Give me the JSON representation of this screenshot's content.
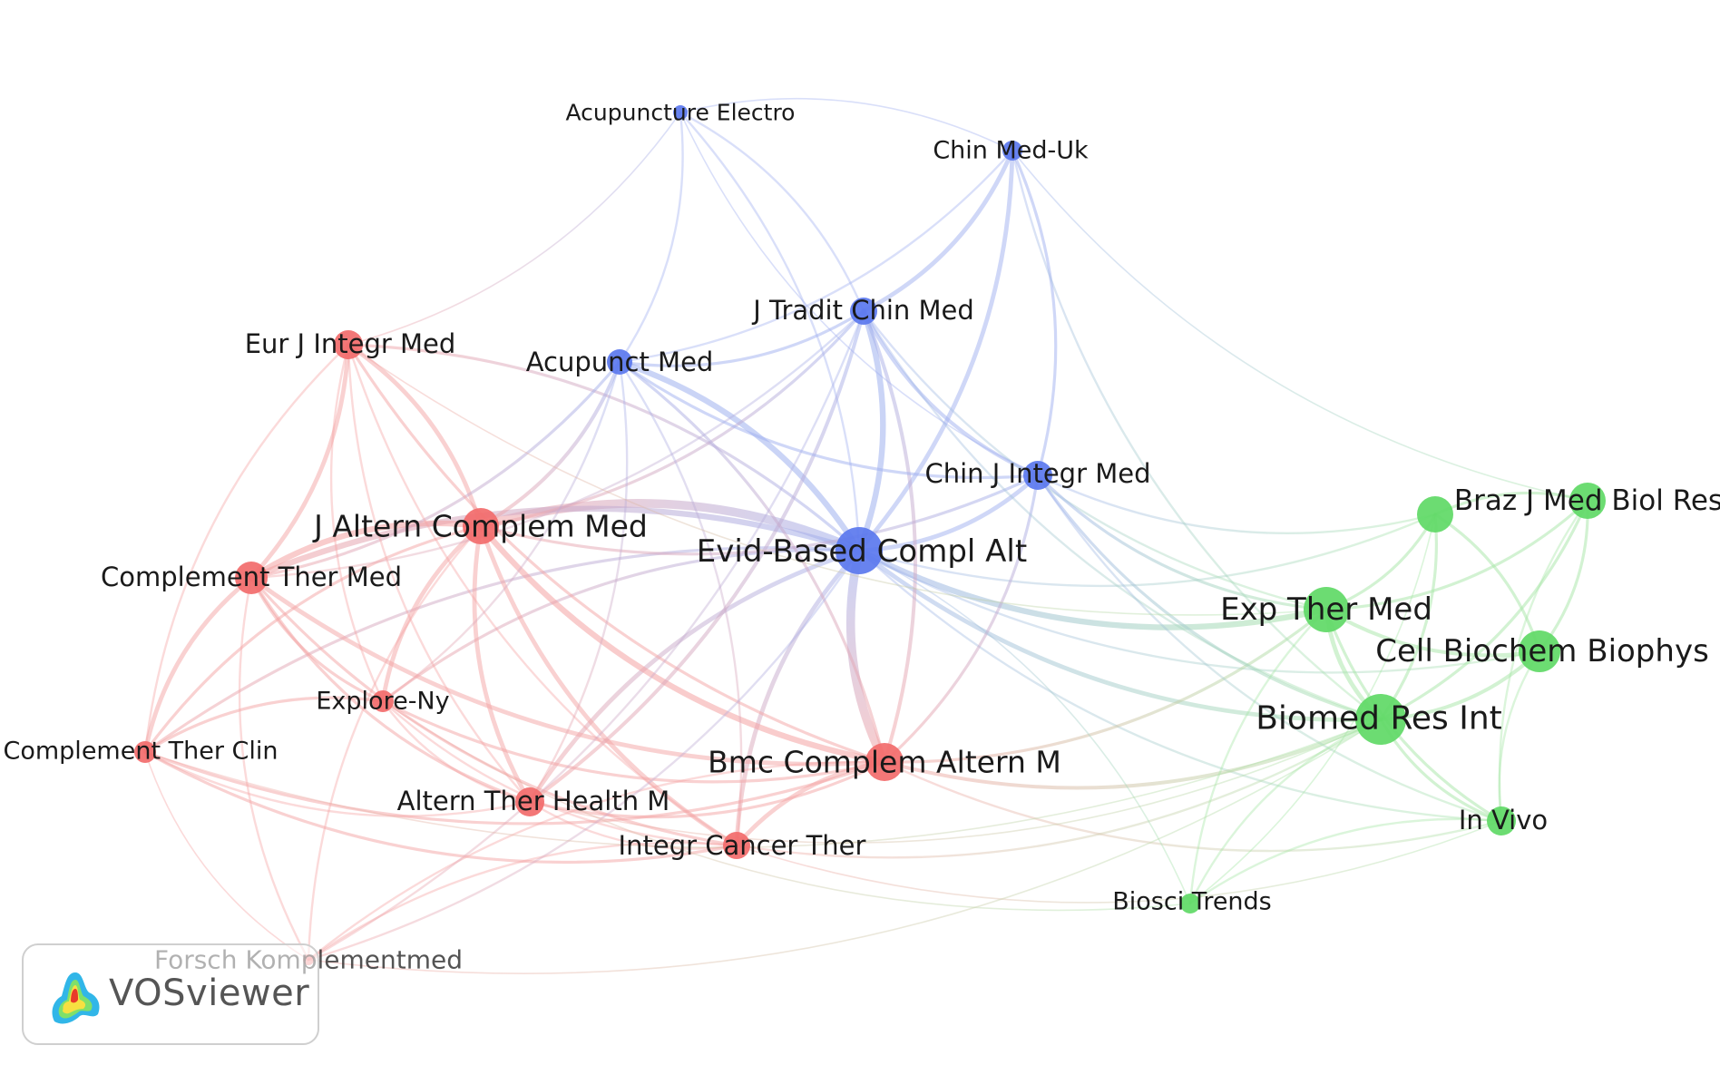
{
  "colors": {
    "red": "#f26b6b",
    "blue": "#5b78ee",
    "green": "#5fd966",
    "edge_red": "#f4a3a3",
    "edge_blue": "#9fb0ef",
    "edge_green": "#a6e5a6",
    "label": "#1a1a1a"
  },
  "logo": {
    "text": "VOSviewer",
    "icon": "vosviewer-heatmap-icon"
  },
  "network": {
    "nodes": [
      {
        "id": "acupuncture-electro",
        "label": "Acupuncture Electro",
        "cluster": "blue",
        "weight": 1
      },
      {
        "id": "chin-med-uk",
        "label": "Chin Med-Uk",
        "cluster": "blue",
        "weight": 1.5
      },
      {
        "id": "j-tradit-chin-med",
        "label": "J Tradit Chin Med",
        "cluster": "blue",
        "weight": 2.5
      },
      {
        "id": "acupunct-med",
        "label": "Acupunct Med",
        "cluster": "blue",
        "weight": 2
      },
      {
        "id": "chin-j-integr-med",
        "label": "Chin J Integr Med",
        "cluster": "blue",
        "weight": 2.5
      },
      {
        "id": "evid-based-compl-alt",
        "label": "Evid-Based Compl Alt",
        "cluster": "blue",
        "weight": 5
      },
      {
        "id": "eur-j-integr-med",
        "label": "Eur J Integr Med",
        "cluster": "red",
        "weight": 2.5
      },
      {
        "id": "j-altern-complem-med",
        "label": "J Altern Complem Med",
        "cluster": "red",
        "weight": 3.5
      },
      {
        "id": "complement-ther-med",
        "label": "Complement Ther Med",
        "cluster": "red",
        "weight": 3
      },
      {
        "id": "explore-ny",
        "label": "Explore-Ny",
        "cluster": "red",
        "weight": 2
      },
      {
        "id": "complement-ther-clin",
        "label": "Complement Ther Clin",
        "cluster": "red",
        "weight": 2
      },
      {
        "id": "altern-ther-health-m",
        "label": "Altern Ther Health M",
        "cluster": "red",
        "weight": 2.5
      },
      {
        "id": "bmc-complem-altern-m",
        "label": "Bmc Complem Altern M",
        "cluster": "red",
        "weight": 4
      },
      {
        "id": "integr-cancer-ther",
        "label": "Integr Cancer Ther",
        "cluster": "red",
        "weight": 2.5
      },
      {
        "id": "forsch-komplementmed",
        "label": "Forsch Komplementmed",
        "cluster": "red",
        "weight": 1
      },
      {
        "id": "braz-j-med-biol-res",
        "label": "Braz J Med Biol Res",
        "cluster": "green",
        "weight": 3
      },
      {
        "id": "braz-aux",
        "label": "",
        "cluster": "green",
        "weight": 3
      },
      {
        "id": "exp-ther-med",
        "label": "Exp Ther Med",
        "cluster": "green",
        "weight": 4
      },
      {
        "id": "cell-biochem-biophys",
        "label": "Cell Biochem Biophys",
        "cluster": "green",
        "weight": 3.5
      },
      {
        "id": "biomed-res-int",
        "label": "Biomed Res Int",
        "cluster": "green",
        "weight": 5
      },
      {
        "id": "in-vivo",
        "label": "In Vivo",
        "cluster": "green",
        "weight": 2.5
      },
      {
        "id": "biosci-trends",
        "label": "Biosci Trends",
        "cluster": "green",
        "weight": 1.5
      }
    ],
    "links": [
      [
        "evid-based-compl-alt",
        "j-altern-complem-med",
        6
      ],
      [
        "evid-based-compl-alt",
        "bmc-complem-altern-m",
        6
      ],
      [
        "evid-based-compl-alt",
        "complement-ther-med",
        4
      ],
      [
        "evid-based-compl-alt",
        "acupunct-med",
        4
      ],
      [
        "evid-based-compl-alt",
        "j-tradit-chin-med",
        4
      ],
      [
        "evid-based-compl-alt",
        "chin-j-integr-med",
        3
      ],
      [
        "evid-based-compl-alt",
        "chin-med-uk",
        3
      ],
      [
        "evid-based-compl-alt",
        "acupuncture-electro",
        1.5
      ],
      [
        "evid-based-compl-alt",
        "exp-ther-med",
        4
      ],
      [
        "evid-based-compl-alt",
        "biomed-res-int",
        3
      ],
      [
        "evid-based-compl-alt",
        "explore-ny",
        2
      ],
      [
        "evid-based-compl-alt",
        "altern-ther-health-m",
        3
      ],
      [
        "evid-based-compl-alt",
        "integr-cancer-ther",
        3
      ],
      [
        "evid-based-compl-alt",
        "eur-j-integr-med",
        2
      ],
      [
        "evid-based-compl-alt",
        "complement-ther-clin",
        2
      ],
      [
        "evid-based-compl-alt",
        "cell-biochem-biophys",
        1.5
      ],
      [
        "evid-based-compl-alt",
        "braz-aux",
        1.5
      ],
      [
        "evid-based-compl-alt",
        "in-vivo",
        1.5
      ],
      [
        "j-altern-complem-med",
        "complement-ther-med",
        4
      ],
      [
        "j-altern-complem-med",
        "bmc-complem-altern-m",
        4
      ],
      [
        "j-altern-complem-med",
        "eur-j-integr-med",
        3
      ],
      [
        "j-altern-complem-med",
        "explore-ny",
        3
      ],
      [
        "j-altern-complem-med",
        "altern-ther-health-m",
        3
      ],
      [
        "j-altern-complem-med",
        "integr-cancer-ther",
        3
      ],
      [
        "j-altern-complem-med",
        "complement-ther-clin",
        2
      ],
      [
        "j-altern-complem-med",
        "acupunct-med",
        2.5
      ],
      [
        "j-altern-complem-med",
        "j-tradit-chin-med",
        2
      ],
      [
        "j-altern-complem-med",
        "forsch-komplementmed",
        1.5
      ],
      [
        "j-altern-complem-med",
        "chin-j-integr-med",
        2
      ],
      [
        "complement-ther-med",
        "eur-j-integr-med",
        3
      ],
      [
        "complement-ther-med",
        "explore-ny",
        2
      ],
      [
        "complement-ther-med",
        "complement-ther-clin",
        3
      ],
      [
        "complement-ther-med",
        "altern-ther-health-m",
        2
      ],
      [
        "complement-ther-med",
        "bmc-complem-altern-m",
        3
      ],
      [
        "complement-ther-med",
        "integr-cancer-ther",
        2
      ],
      [
        "complement-ther-med",
        "forsch-komplementmed",
        1.5
      ],
      [
        "complement-ther-med",
        "acupunct-med",
        2
      ],
      [
        "complement-ther-med",
        "j-tradit-chin-med",
        1.5
      ],
      [
        "eur-j-integr-med",
        "bmc-complem-altern-m",
        2
      ],
      [
        "eur-j-integr-med",
        "explore-ny",
        1.5
      ],
      [
        "eur-j-integr-med",
        "complement-ther-clin",
        1.5
      ],
      [
        "eur-j-integr-med",
        "altern-ther-health-m",
        1.5
      ],
      [
        "eur-j-integr-med",
        "integr-cancer-ther",
        1.5
      ],
      [
        "eur-j-integr-med",
        "acupuncture-electro",
        1
      ],
      [
        "explore-ny",
        "bmc-complem-altern-m",
        2
      ],
      [
        "explore-ny",
        "complement-ther-clin",
        2
      ],
      [
        "explore-ny",
        "altern-ther-health-m",
        1.5
      ],
      [
        "explore-ny",
        "integr-cancer-ther",
        1.5
      ],
      [
        "explore-ny",
        "acupunct-med",
        1.5
      ],
      [
        "complement-ther-clin",
        "bmc-complem-altern-m",
        2
      ],
      [
        "complement-ther-clin",
        "integr-cancer-ther",
        2
      ],
      [
        "complement-ther-clin",
        "altern-ther-health-m",
        1.5
      ],
      [
        "complement-ther-clin",
        "forsch-komplementmed",
        1
      ],
      [
        "altern-ther-health-m",
        "bmc-complem-altern-m",
        2
      ],
      [
        "altern-ther-health-m",
        "integr-cancer-ther",
        1.5
      ],
      [
        "altern-ther-health-m",
        "j-tradit-chin-med",
        2.5
      ],
      [
        "altern-ther-health-m",
        "acupunct-med",
        1.5
      ],
      [
        "bmc-complem-altern-m",
        "integr-cancer-ther",
        3
      ],
      [
        "bmc-complem-altern-m",
        "j-tradit-chin-med",
        2.5
      ],
      [
        "bmc-complem-altern-m",
        "chin-j-integr-med",
        2
      ],
      [
        "bmc-complem-altern-m",
        "acupunct-med",
        2
      ],
      [
        "bmc-complem-altern-m",
        "exp-ther-med",
        2
      ],
      [
        "bmc-complem-altern-m",
        "biomed-res-int",
        2.5
      ],
      [
        "bmc-complem-altern-m",
        "in-vivo",
        1.5
      ],
      [
        "bmc-complem-altern-m",
        "forsch-komplementmed",
        1.5
      ],
      [
        "integr-cancer-ther",
        "forsch-komplementmed",
        1.5
      ],
      [
        "integr-cancer-ther",
        "biomed-res-int",
        1.5
      ],
      [
        "integr-cancer-ther",
        "acupunct-med",
        1.5
      ],
      [
        "forsch-komplementmed",
        "j-tradit-chin-med",
        1.5
      ],
      [
        "forsch-komplementmed",
        "evid-based-compl-alt",
        1.5
      ],
      [
        "acupunct-med",
        "j-tradit-chin-med",
        2
      ],
      [
        "acupunct-med",
        "chin-med-uk",
        1.5
      ],
      [
        "acupunct-med",
        "acupuncture-electro",
        1.5
      ],
      [
        "acupunct-med",
        "chin-j-integr-med",
        2
      ],
      [
        "j-tradit-chin-med",
        "chin-med-uk",
        3
      ],
      [
        "j-tradit-chin-med",
        "chin-j-integr-med",
        2.5
      ],
      [
        "j-tradit-chin-med",
        "acupuncture-electro",
        1.5
      ],
      [
        "j-tradit-chin-med",
        "exp-ther-med",
        1.5
      ],
      [
        "j-tradit-chin-med",
        "biomed-res-int",
        1.5
      ],
      [
        "chin-j-integr-med",
        "chin-med-uk",
        2
      ],
      [
        "chin-j-integr-med",
        "exp-ther-med",
        2
      ],
      [
        "chin-j-integr-med",
        "biomed-res-int",
        2
      ],
      [
        "chin-j-integr-med",
        "braz-aux",
        1.5
      ],
      [
        "chin-j-integr-med",
        "in-vivo",
        1.5
      ],
      [
        "chin-med-uk",
        "acupuncture-electro",
        1
      ],
      [
        "chin-med-uk",
        "biomed-res-int",
        1.5
      ],
      [
        "chin-med-uk",
        "braz-j-med-biol-res",
        1
      ],
      [
        "acupuncture-electro",
        "chin-j-integr-med",
        1
      ],
      [
        "exp-ther-med",
        "biomed-res-int",
        3
      ],
      [
        "exp-ther-med",
        "cell-biochem-biophys",
        2.5
      ],
      [
        "exp-ther-med",
        "braz-j-med-biol-res",
        2
      ],
      [
        "exp-ther-med",
        "braz-aux",
        2
      ],
      [
        "exp-ther-med",
        "in-vivo",
        2
      ],
      [
        "exp-ther-med",
        "biosci-trends",
        1.5
      ],
      [
        "biomed-res-int",
        "cell-biochem-biophys",
        2.5
      ],
      [
        "biomed-res-int",
        "braz-j-med-biol-res",
        2
      ],
      [
        "biomed-res-int",
        "braz-aux",
        2
      ],
      [
        "biomed-res-int",
        "in-vivo",
        2
      ],
      [
        "biomed-res-int",
        "biosci-trends",
        1.5
      ],
      [
        "cell-biochem-biophys",
        "braz-j-med-biol-res",
        2
      ],
      [
        "cell-biochem-biophys",
        "braz-aux",
        2
      ],
      [
        "cell-biochem-biophys",
        "in-vivo",
        1.5
      ],
      [
        "braz-j-med-biol-res",
        "braz-aux",
        2
      ],
      [
        "braz-j-med-biol-res",
        "in-vivo",
        1.5
      ],
      [
        "in-vivo",
        "biosci-trends",
        1.5
      ],
      [
        "biosci-trends",
        "braz-aux",
        1
      ],
      [
        "biosci-trends",
        "evid-based-compl-alt",
        1
      ],
      [
        "integr-cancer-ther",
        "in-vivo",
        1
      ],
      [
        "altern-ther-health-m",
        "biomed-res-int",
        1
      ],
      [
        "complement-ther-clin",
        "biomed-res-int",
        1
      ],
      [
        "eur-j-integr-med",
        "exp-ther-med",
        1
      ],
      [
        "explore-ny",
        "biosci-trends",
        1
      ],
      [
        "forsch-komplementmed",
        "biomed-res-int",
        1
      ]
    ]
  }
}
